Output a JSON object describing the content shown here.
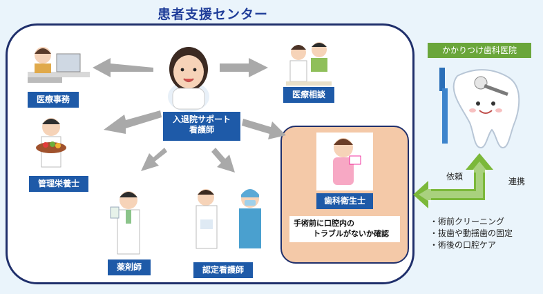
{
  "title": "患者支援センター",
  "center_role": {
    "line1": "入退院サポート",
    "line2": "看護師"
  },
  "roles": {
    "admin": "医療事務",
    "consult": "医療相談",
    "nutrition": "管理栄養士",
    "pharmacist": "薬剤師",
    "cert_nurse": "認定看護師",
    "hygienist": "歯科衛生士"
  },
  "hygienist_note": {
    "line1": "手術前に口腔内の",
    "line2": "トラブルがないか確認"
  },
  "clinic": {
    "label": "かかりつけ歯科医院"
  },
  "arrows": {
    "request": "依頼",
    "cooperate": "連携"
  },
  "services": [
    "・術前クリーニング",
    "・抜歯や動揺歯の固定",
    "・術後の口腔ケア"
  ],
  "colors": {
    "label_blue": "#1e5aa8",
    "border_navy": "#1f2f6b",
    "arrow_green": "#7bb83a",
    "arrow_grey": "#a9a9a9",
    "hygienist_bg": "#f4c9a8"
  }
}
